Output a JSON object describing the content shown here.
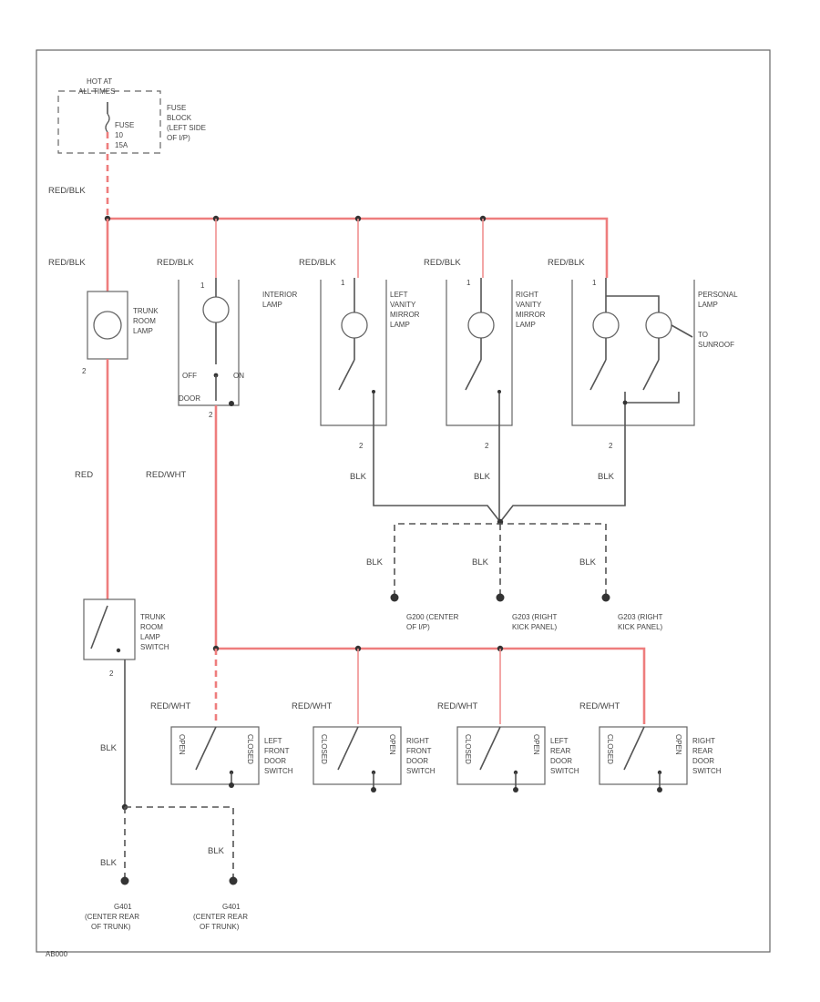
{
  "power_source": {
    "hot_label": [
      "HOT AT",
      "ALL TIMES"
    ],
    "fuse_label": [
      "FUSE",
      "10",
      "15A"
    ],
    "fuse_block_label": [
      "FUSE",
      "BLOCK",
      "(LEFT SIDE",
      "OF I/P)"
    ]
  },
  "wires": {
    "red_blk": "RED/BLK",
    "red": "RED",
    "red_wht": "RED/WHT",
    "blk": "BLK"
  },
  "trunk_lamp": {
    "label": [
      "TRUNK",
      "ROOM",
      "LAMP"
    ],
    "pin": "2"
  },
  "interior_lamp": {
    "label": [
      "INTERIOR",
      "LAMP"
    ],
    "pin_top": "1",
    "pin_bottom": "2",
    "off": "OFF",
    "on": "ON",
    "door": "DOOR"
  },
  "left_mirror": {
    "label": [
      "LEFT",
      "VANITY",
      "MIRROR",
      "LAMP"
    ],
    "pin_top": "1",
    "pin_bottom": "2"
  },
  "right_mirror": {
    "label": [
      "RIGHT",
      "VANITY",
      "MIRROR",
      "LAMP"
    ],
    "pin_top": "1",
    "pin_bottom": "2"
  },
  "personal_lamp": {
    "label": [
      "PERSONAL",
      "LAMP"
    ],
    "sunroof": [
      "TO",
      "SUNROOF"
    ],
    "pin_top": "1",
    "pin_bottom": "2"
  },
  "grounds_center": [
    {
      "label": [
        "G200 (CENTER",
        "OF I/P)"
      ]
    },
    {
      "label": [
        "G203 (RIGHT",
        "KICK PANEL)"
      ]
    },
    {
      "label": [
        "G203 (RIGHT",
        "KICK PANEL)"
      ]
    }
  ],
  "trunk_switch": {
    "label": [
      "TRUNK",
      "ROOM",
      "LAMP",
      "SWITCH"
    ],
    "pin": "2"
  },
  "door_switches": [
    {
      "label": [
        "LEFT",
        "FRONT",
        "DOOR",
        "SWITCH"
      ],
      "state": "OPEN",
      "state2": "CLOSED"
    },
    {
      "label": [
        "RIGHT",
        "FRONT",
        "DOOR",
        "SWITCH"
      ],
      "state": "CLOSED",
      "state2": "OPEN"
    },
    {
      "label": [
        "LEFT",
        "REAR",
        "DOOR",
        "SWITCH"
      ],
      "state": "CLOSED",
      "state2": "OPEN"
    },
    {
      "label": [
        "RIGHT",
        "REAR",
        "DOOR",
        "SWITCH"
      ],
      "state": "CLOSED",
      "state2": "OPEN"
    }
  ],
  "grounds_trunk": [
    {
      "label": [
        "G401",
        "(CENTER REAR",
        "OF TRUNK)"
      ]
    },
    {
      "label": [
        "G401",
        "(CENTER REAR",
        "OF TRUNK)"
      ]
    }
  ],
  "footer_id": "AB000"
}
